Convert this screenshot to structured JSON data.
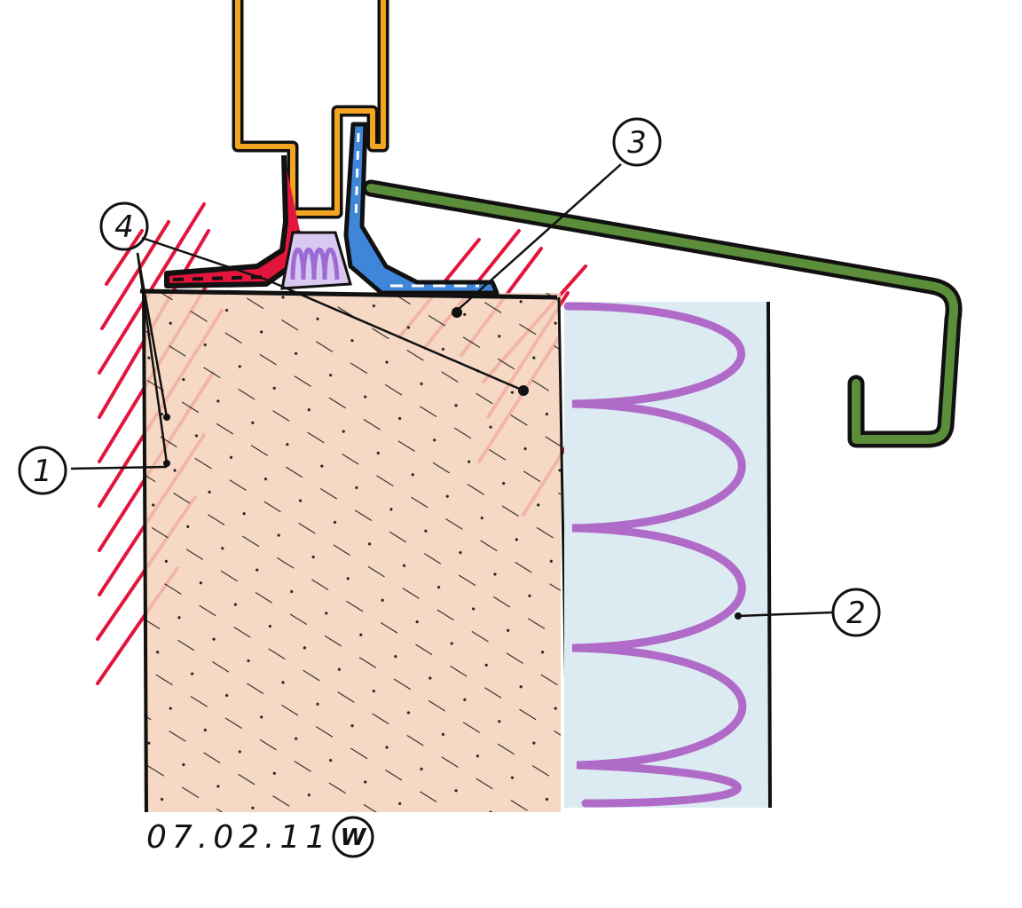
{
  "callouts": {
    "c1": "1",
    "c2": "2",
    "c3": "3",
    "c4": "4"
  },
  "signature": {
    "date": "07.02.11",
    "initials": "W"
  },
  "colors": {
    "wall_fill": "#f4d2bb",
    "insulation_fill": "#dcebf2",
    "insulation_coil": "#b06ac8",
    "frame": "#f2a51f",
    "sill": "#5b8d3a",
    "hatch": "#e3153c",
    "seal_blue": "#3f86d8",
    "seal_purple": "#9c6bd6",
    "ink": "#111111"
  }
}
